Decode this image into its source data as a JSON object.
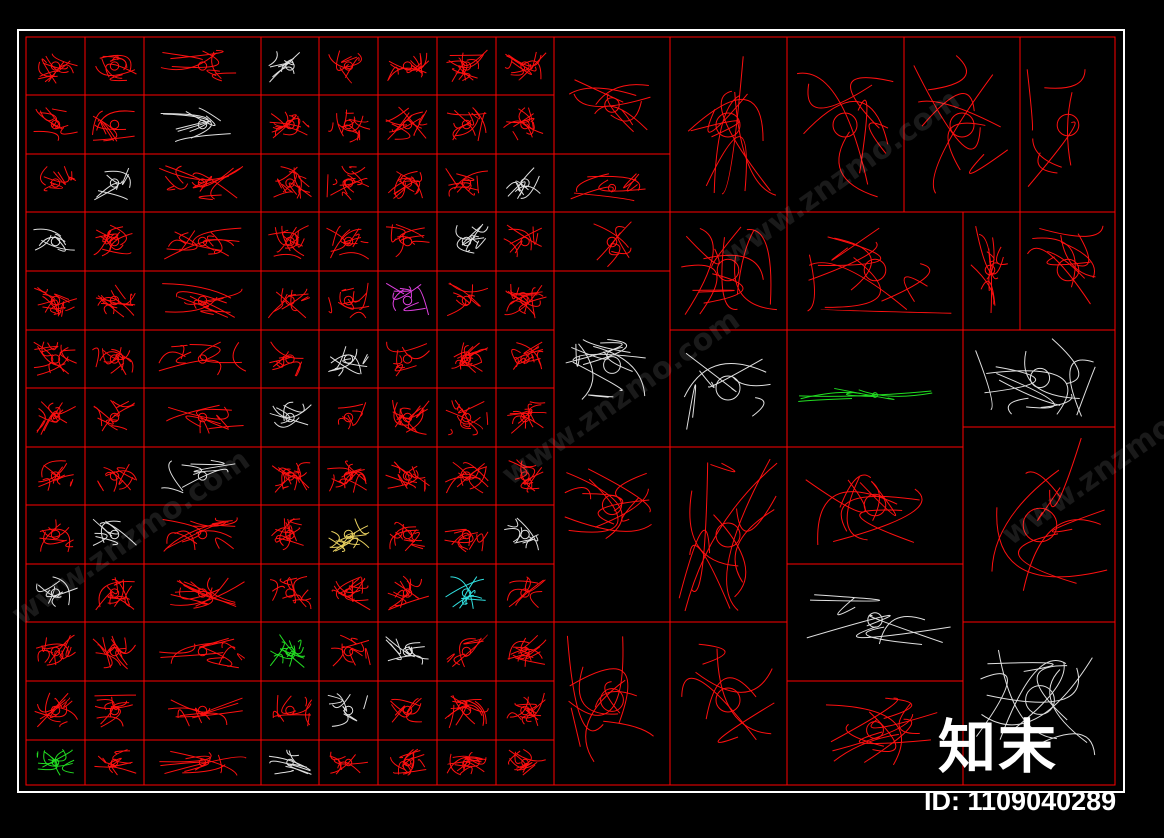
{
  "watermark_site": "www.znzmo.com",
  "logo_text": "知末",
  "id_label": "ID: 1109040289",
  "colors": {
    "background": "#000000",
    "frame": "#ffffff",
    "grid": "#ff0000",
    "ornament_red": "#ff1010",
    "ornament_white": "#e0e0e0",
    "ornament_green": "#22dd22",
    "ornament_yellow": "#e8d060",
    "ornament_cyan": "#30e0e0",
    "ornament_magenta": "#e040e0"
  }
}
